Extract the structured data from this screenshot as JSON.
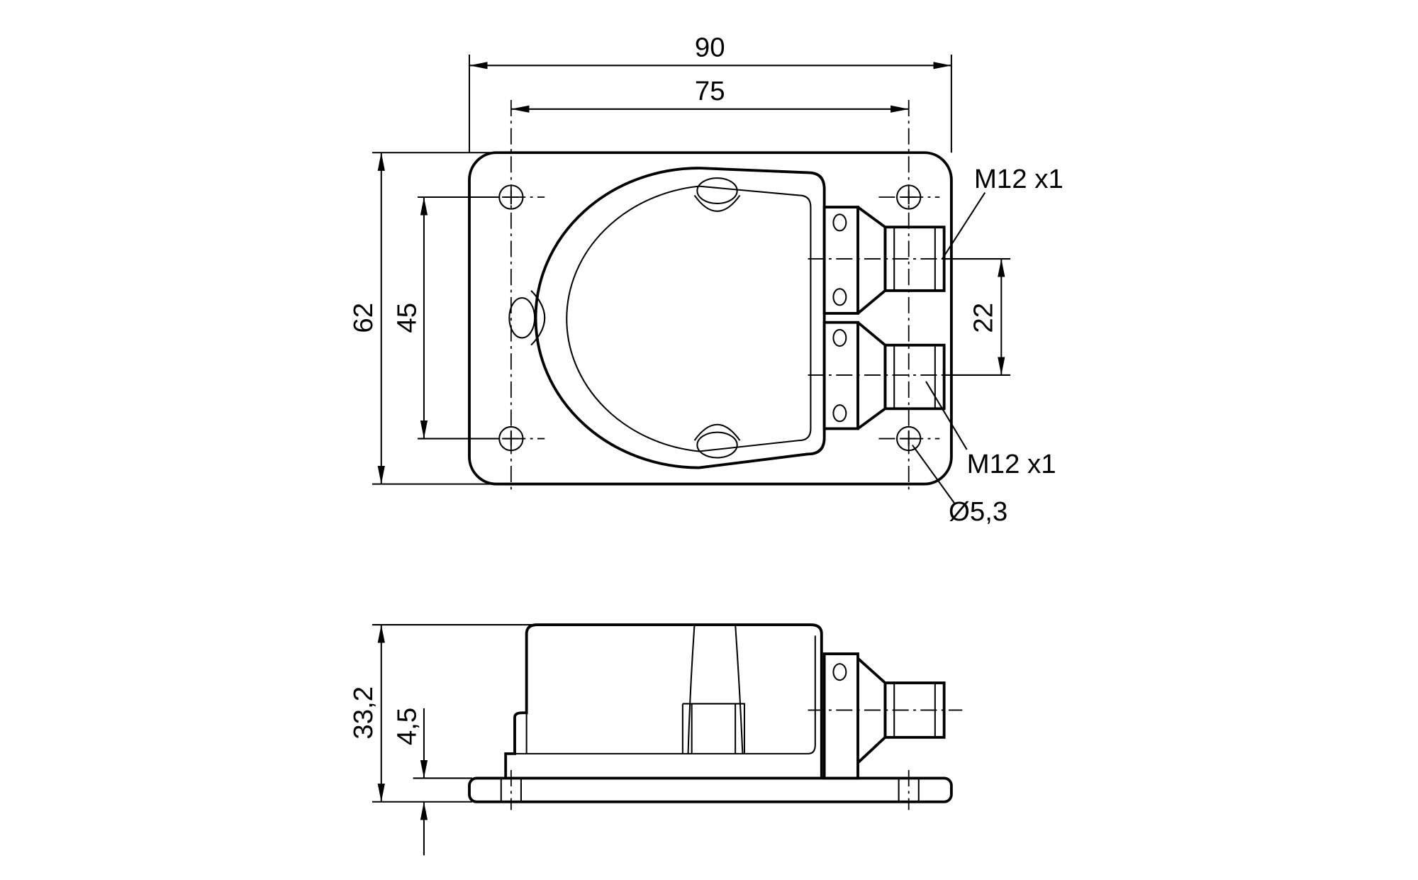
{
  "top_view": {
    "width_overall": "90",
    "hole_spacing_x": "75",
    "height_overall": "62",
    "hole_spacing_y": "45",
    "connector_spacing": "22",
    "thread_upper": "M12 x1",
    "thread_lower": "M12 x1",
    "hole_diameter": "Ø5,3"
  },
  "side_view": {
    "height_overall": "33,2",
    "plate_thickness": "4,5"
  }
}
